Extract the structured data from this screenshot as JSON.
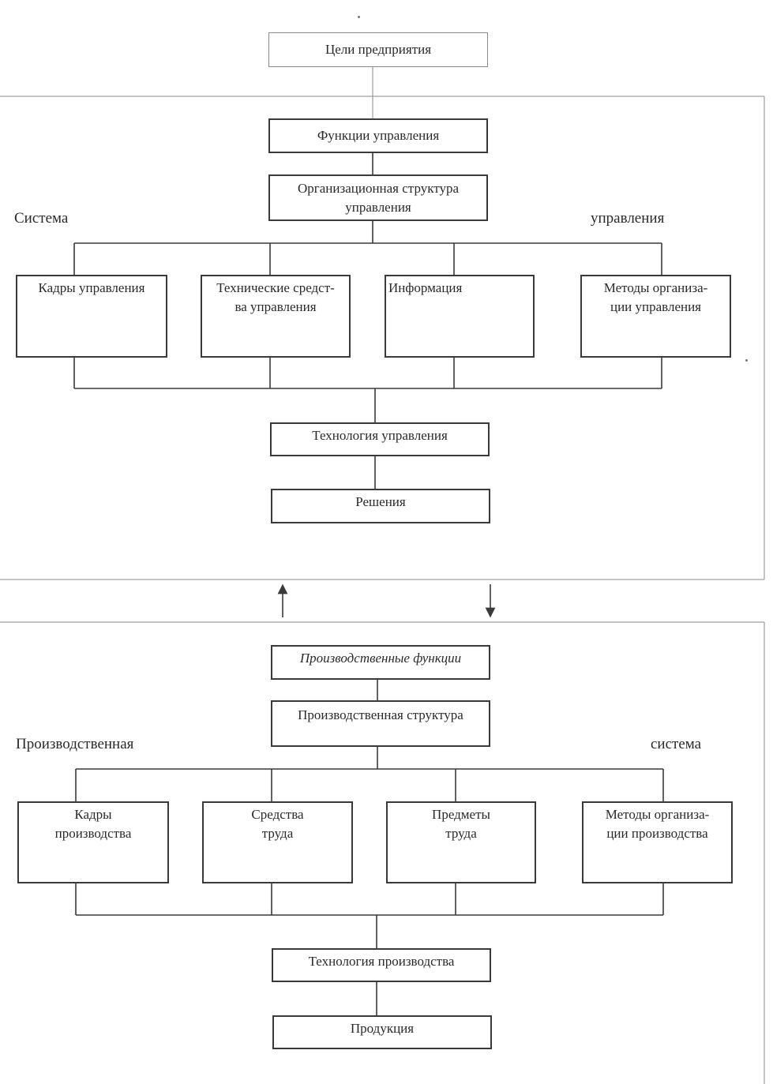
{
  "goals": "Цели предприятия",
  "management": {
    "label_left": "Система",
    "label_right": "управления",
    "functions": "Функции управления",
    "structure": [
      "Организационная структура",
      "управления"
    ],
    "elements": [
      {
        "lines": [
          "Кадры управления"
        ]
      },
      {
        "lines": [
          "Технические средст-",
          "ва управления"
        ]
      },
      {
        "lines": [
          "Информация"
        ]
      },
      {
        "lines": [
          "Методы организа-",
          "ции управления"
        ]
      }
    ],
    "technology": "Технология управления",
    "decisions": "Решения"
  },
  "production": {
    "label_left": "Производственная",
    "label_right": "система",
    "functions": "Производственные функции",
    "structure": "Производственная структура",
    "elements": [
      {
        "lines": [
          "Кадры",
          "производства"
        ]
      },
      {
        "lines": [
          "Средства",
          "труда"
        ]
      },
      {
        "lines": [
          "Предметы",
          "труда"
        ]
      },
      {
        "lines": [
          "Методы организа-",
          "ции производства"
        ]
      }
    ],
    "technology": "Технология производства",
    "product": "Продукция"
  },
  "colors": {
    "line": "#3a3a3a",
    "thin_line": "#8a8a8a"
  }
}
